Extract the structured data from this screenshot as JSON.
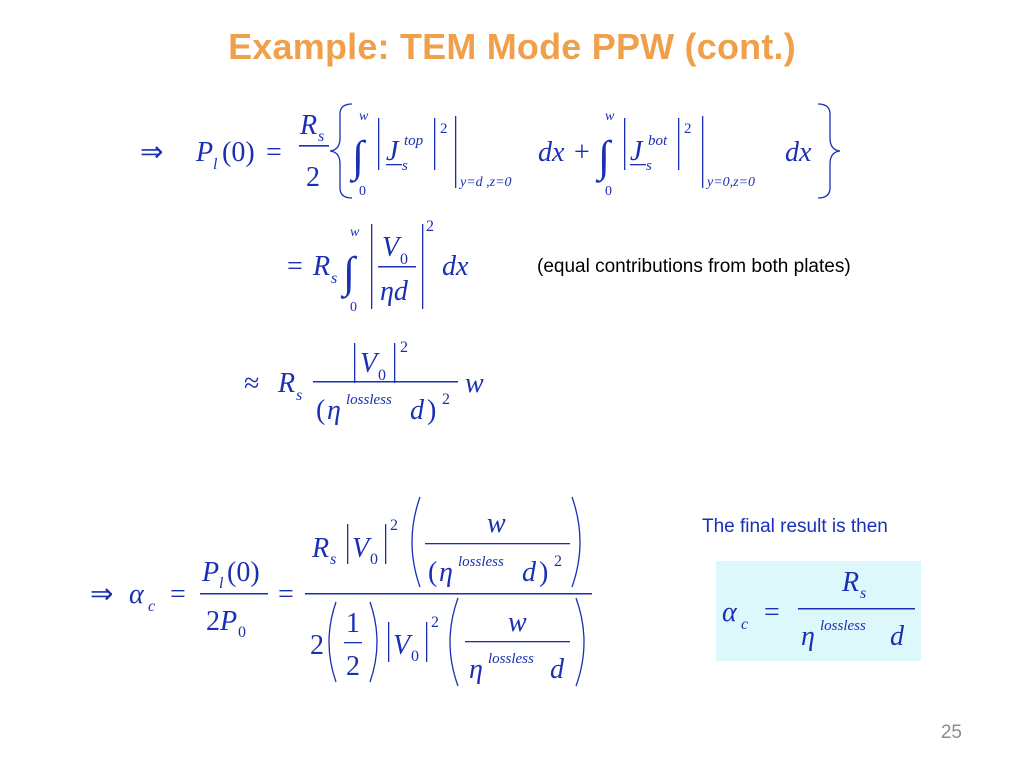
{
  "title": "Example: TEM Mode PPW (cont.)",
  "equations": [
    "⇒ P_l(0) = (R_s/2) { ∫_0^w |J_s^top|^2 |_(y=d,z=0) dx + ∫_0^w |J_s^bot|^2 |_(y=0,z=0) dx }",
    "= R_s ∫_0^w |V_0/(ηd)|^2 dx",
    "≈ R_s |V_0|^2 / (η^lossless d)^2 w",
    "⇒ α_c = P_l(0)/(2P_0) = R_s |V_0|^2 ( w/(η^lossless d)^2 ) / ( 2 (1/2) |V_0|^2 ( w/(η^lossless d) ) )",
    "α_c = R_s / (η^lossless d)"
  ],
  "note_text": "(equal contributions from both plates)",
  "final_label": "The final result is then",
  "page_number": "25",
  "colors": {
    "title": "#f0a04b",
    "math": "#1a2fb4",
    "result_box": "#ddf8fb",
    "page_number": "#8c8c8c"
  }
}
